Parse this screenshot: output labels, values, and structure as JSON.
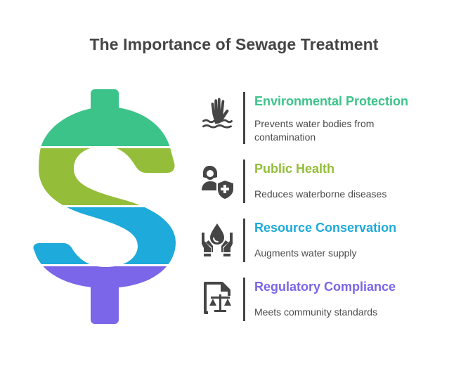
{
  "title": "The Importance of Sewage Treatment",
  "colors": {
    "environmental": "#3CC38A",
    "health": "#94BE3A",
    "resource": "#1EAADA",
    "regulatory": "#7B65E8",
    "text_dark": "#454545"
  },
  "dollar_sign": {
    "symbol": "$",
    "bands": [
      {
        "name": "environmental",
        "color": "#3CC38A"
      },
      {
        "name": "health",
        "color": "#94BE3A"
      },
      {
        "name": "resource",
        "color": "#1EAADA"
      },
      {
        "name": "regulatory",
        "color": "#7B65E8"
      }
    ]
  },
  "items": [
    {
      "heading": "Environmental Protection",
      "description": "Prevents water bodies from contamination",
      "icon": "drowning-hand-icon",
      "color": "#3CC38A"
    },
    {
      "heading": "Public Health",
      "description": "Reduces waterborne diseases",
      "icon": "person-shield-plus-icon",
      "color": "#94BE3A"
    },
    {
      "heading": "Resource Conservation",
      "description": "Augments water supply",
      "icon": "hands-water-drop-icon",
      "color": "#1EAADA"
    },
    {
      "heading": "Regulatory Compliance",
      "description": "Meets community standards",
      "icon": "document-scales-icon",
      "color": "#7B65E8"
    }
  ]
}
